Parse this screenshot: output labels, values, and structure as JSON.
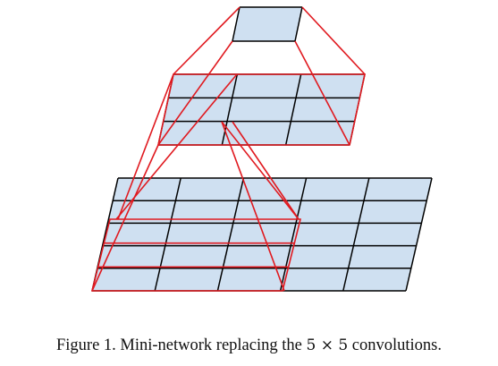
{
  "caption": {
    "prefix": "Figure 1. Mini-network replacing the ",
    "math": "5 × 5",
    "suffix": " convolutions."
  },
  "colors": {
    "cell_fill": "#cfe0f1",
    "grid_line": "#000000",
    "receptive_field": "#e0191f"
  }
}
